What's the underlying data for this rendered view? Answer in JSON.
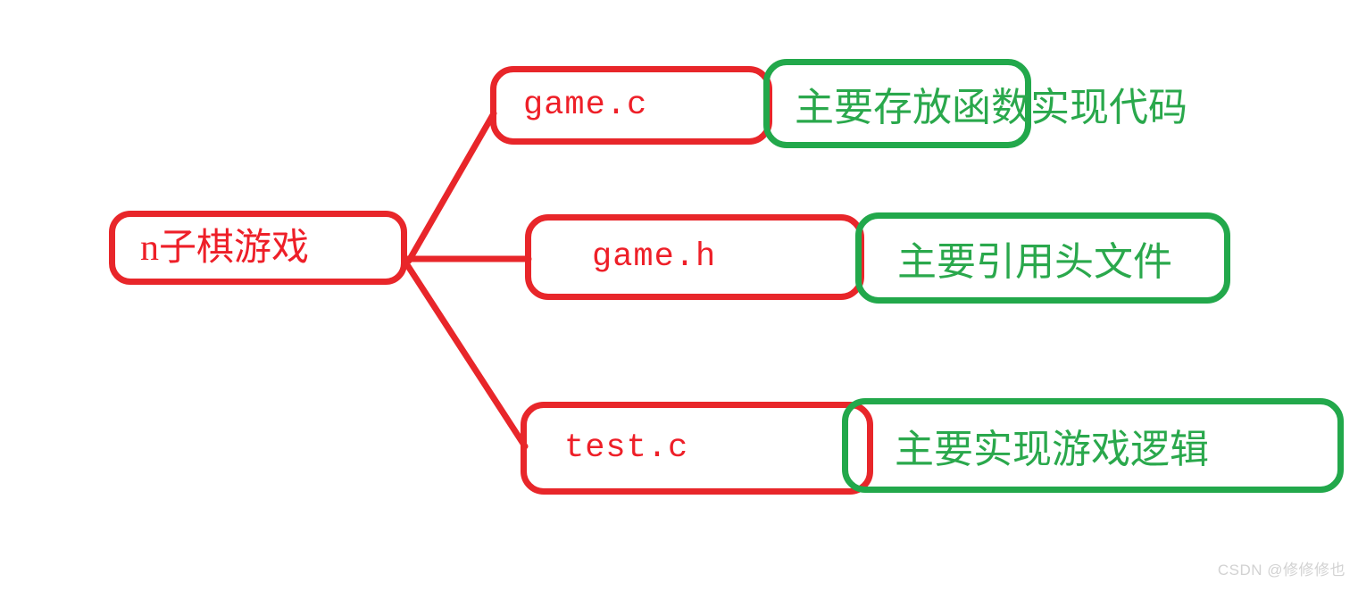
{
  "diagram": {
    "title_node": {
      "label": "n子棋游戏",
      "color": "#ee1f28",
      "border_color": "#e8262a",
      "shape": "rounded-rect"
    },
    "branches": [
      {
        "file_label": "game.c",
        "file_color": "#ee1f28",
        "file_border_color": "#e8262a",
        "description_label": "主要存放函数实现代码",
        "description_color": "#2aa84c",
        "description_border_color": "#22a84b"
      },
      {
        "file_label": "game.h",
        "file_color": "#ee1f28",
        "file_border_color": "#e8262a",
        "description_label": "主要引用头文件",
        "description_color": "#2aa84c",
        "description_border_color": "#22a84b"
      },
      {
        "file_label": "test.c",
        "file_color": "#ee1f28",
        "file_border_color": "#e8262a",
        "description_label": "主要实现游戏逻辑",
        "description_color": "#2aa84c",
        "description_border_color": "#22a84b"
      }
    ],
    "connector_color": "#e8262a"
  },
  "watermark": {
    "text": "CSDN @修修修也"
  }
}
